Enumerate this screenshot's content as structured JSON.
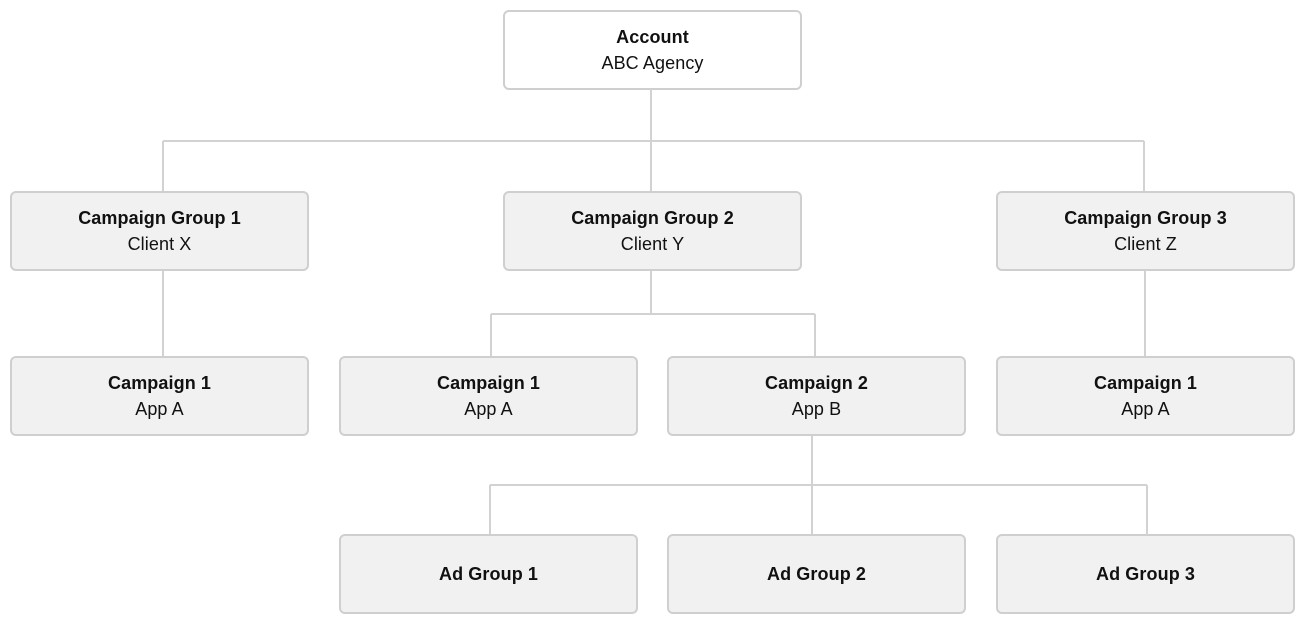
{
  "diagram": {
    "account": {
      "title": "Account",
      "subtitle": "ABC Agency"
    },
    "campaign_groups": [
      {
        "title": "Campaign Group 1",
        "subtitle": "Client X"
      },
      {
        "title": "Campaign Group 2",
        "subtitle": "Client Y"
      },
      {
        "title": "Campaign Group 3",
        "subtitle": "Client Z"
      }
    ],
    "campaigns": [
      {
        "title": "Campaign 1",
        "subtitle": "App A",
        "parent": "Campaign Group 1"
      },
      {
        "title": "Campaign 1",
        "subtitle": "App A",
        "parent": "Campaign Group 2"
      },
      {
        "title": "Campaign 2",
        "subtitle": "App B",
        "parent": "Campaign Group 2"
      },
      {
        "title": "Campaign 1",
        "subtitle": "App A",
        "parent": "Campaign Group 3"
      }
    ],
    "ad_groups": [
      {
        "title": "Ad Group 1",
        "parent": "Campaign 2"
      },
      {
        "title": "Ad Group 2",
        "parent": "Campaign 2"
      },
      {
        "title": "Ad Group 3",
        "parent": "Campaign 2"
      }
    ],
    "colors": {
      "connector": "#d2d2d2",
      "node_border": "#cfcfcf",
      "node_fill": "#f1f1f1",
      "root_fill": "#ffffff",
      "text": "#111111"
    }
  }
}
